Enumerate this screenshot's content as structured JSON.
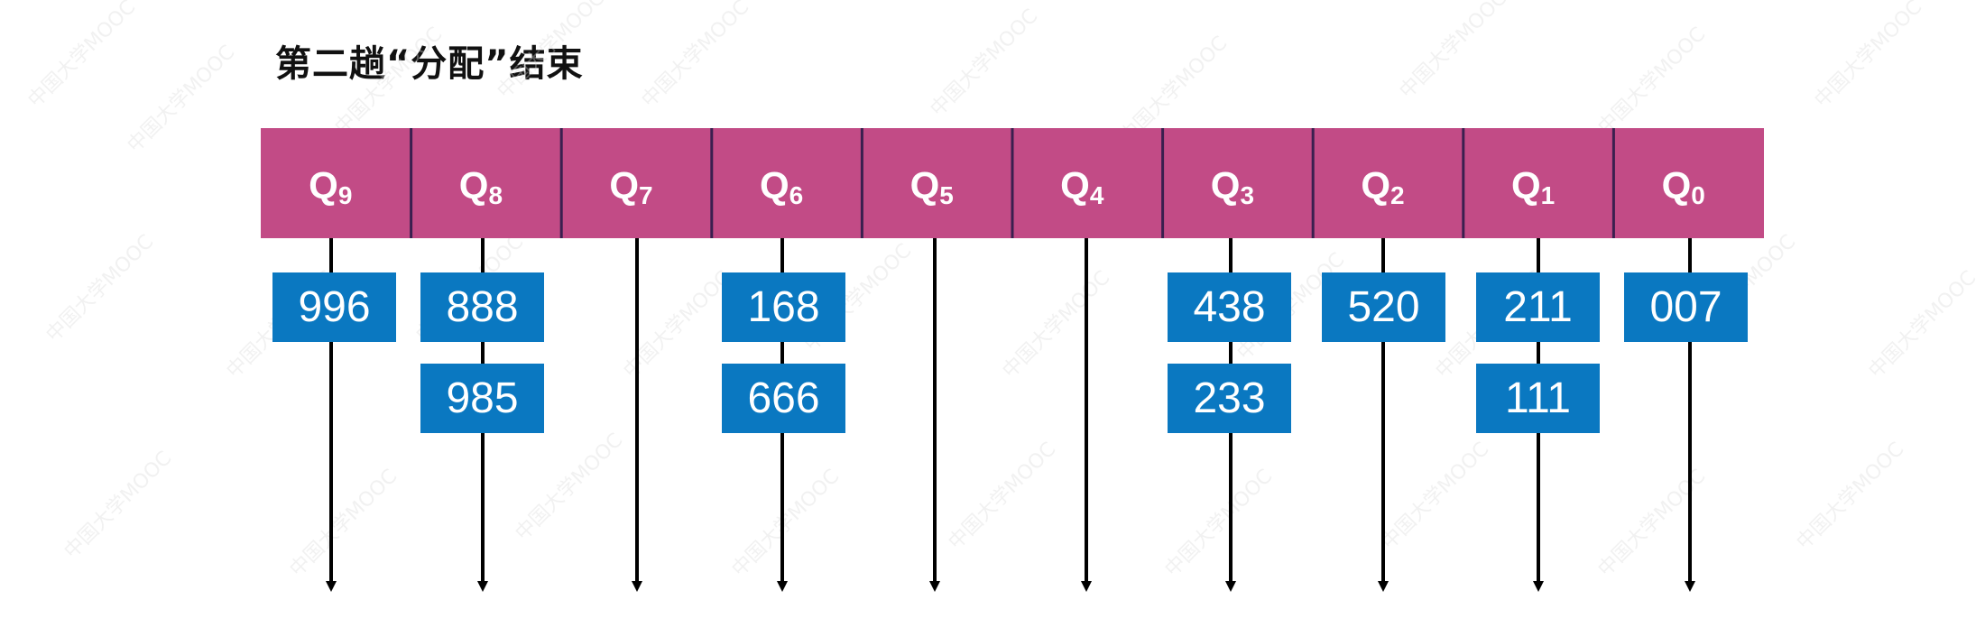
{
  "title": "第二趟“分配”结束",
  "watermark": "中国大学MOOC",
  "colors": {
    "queue_fill": "#c24b86",
    "queue_divider": "#3a1f4f",
    "key_fill": "#0a78c1",
    "arrow": "#000000",
    "text": "#ffffff"
  },
  "queues": [
    {
      "label": "Q",
      "sub": "9",
      "keys": [
        "996"
      ]
    },
    {
      "label": "Q",
      "sub": "8",
      "keys": [
        "888",
        "985"
      ]
    },
    {
      "label": "Q",
      "sub": "7",
      "keys": []
    },
    {
      "label": "Q",
      "sub": "6",
      "keys": [
        "168",
        "666"
      ]
    },
    {
      "label": "Q",
      "sub": "5",
      "keys": []
    },
    {
      "label": "Q",
      "sub": "4",
      "keys": []
    },
    {
      "label": "Q",
      "sub": "3",
      "keys": [
        "438",
        "233"
      ]
    },
    {
      "label": "Q",
      "sub": "2",
      "keys": [
        "520"
      ]
    },
    {
      "label": "Q",
      "sub": "1",
      "keys": [
        "211",
        "111"
      ]
    },
    {
      "label": "Q",
      "sub": "0",
      "keys": [
        "007"
      ]
    }
  ]
}
